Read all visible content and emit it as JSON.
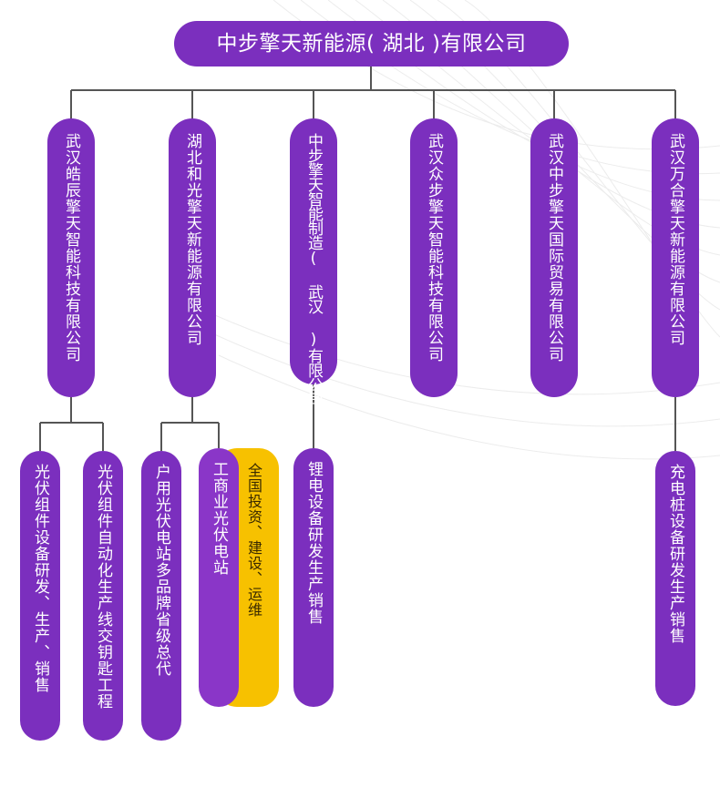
{
  "root": {
    "label": "中步擎天新能源( 湖北 )有限公司"
  },
  "companies": [
    {
      "label": "武汉皓辰擎天智能科技有限公司"
    },
    {
      "label": "湖北和光擎天新能源有限公司"
    },
    {
      "label": "中步擎天智能制造( 武汉 )有限公司"
    },
    {
      "label": "武汉众步擎天智能科技有限公司"
    },
    {
      "label": "武汉中步擎天国际贸易有限公司"
    },
    {
      "label": "武汉万合擎天新能源有限公司"
    }
  ],
  "businesses": [
    {
      "label": "光伏组件设备研发、生产、销售"
    },
    {
      "label": "光伏组件自动化生产线交钥匙工程"
    },
    {
      "label": "户用光伏电站多品牌省级总代"
    },
    {
      "label": "工商业光伏电站"
    },
    {
      "label": "锂电设备研发生产销售"
    },
    {
      "label": "充电桩设备研发生产销售"
    }
  ],
  "notes": [
    {
      "label": "全国投资、建设、运维"
    }
  ],
  "colors": {
    "primary": "#7b2fbe",
    "accent": "#f7c100",
    "connector": "#555555"
  }
}
